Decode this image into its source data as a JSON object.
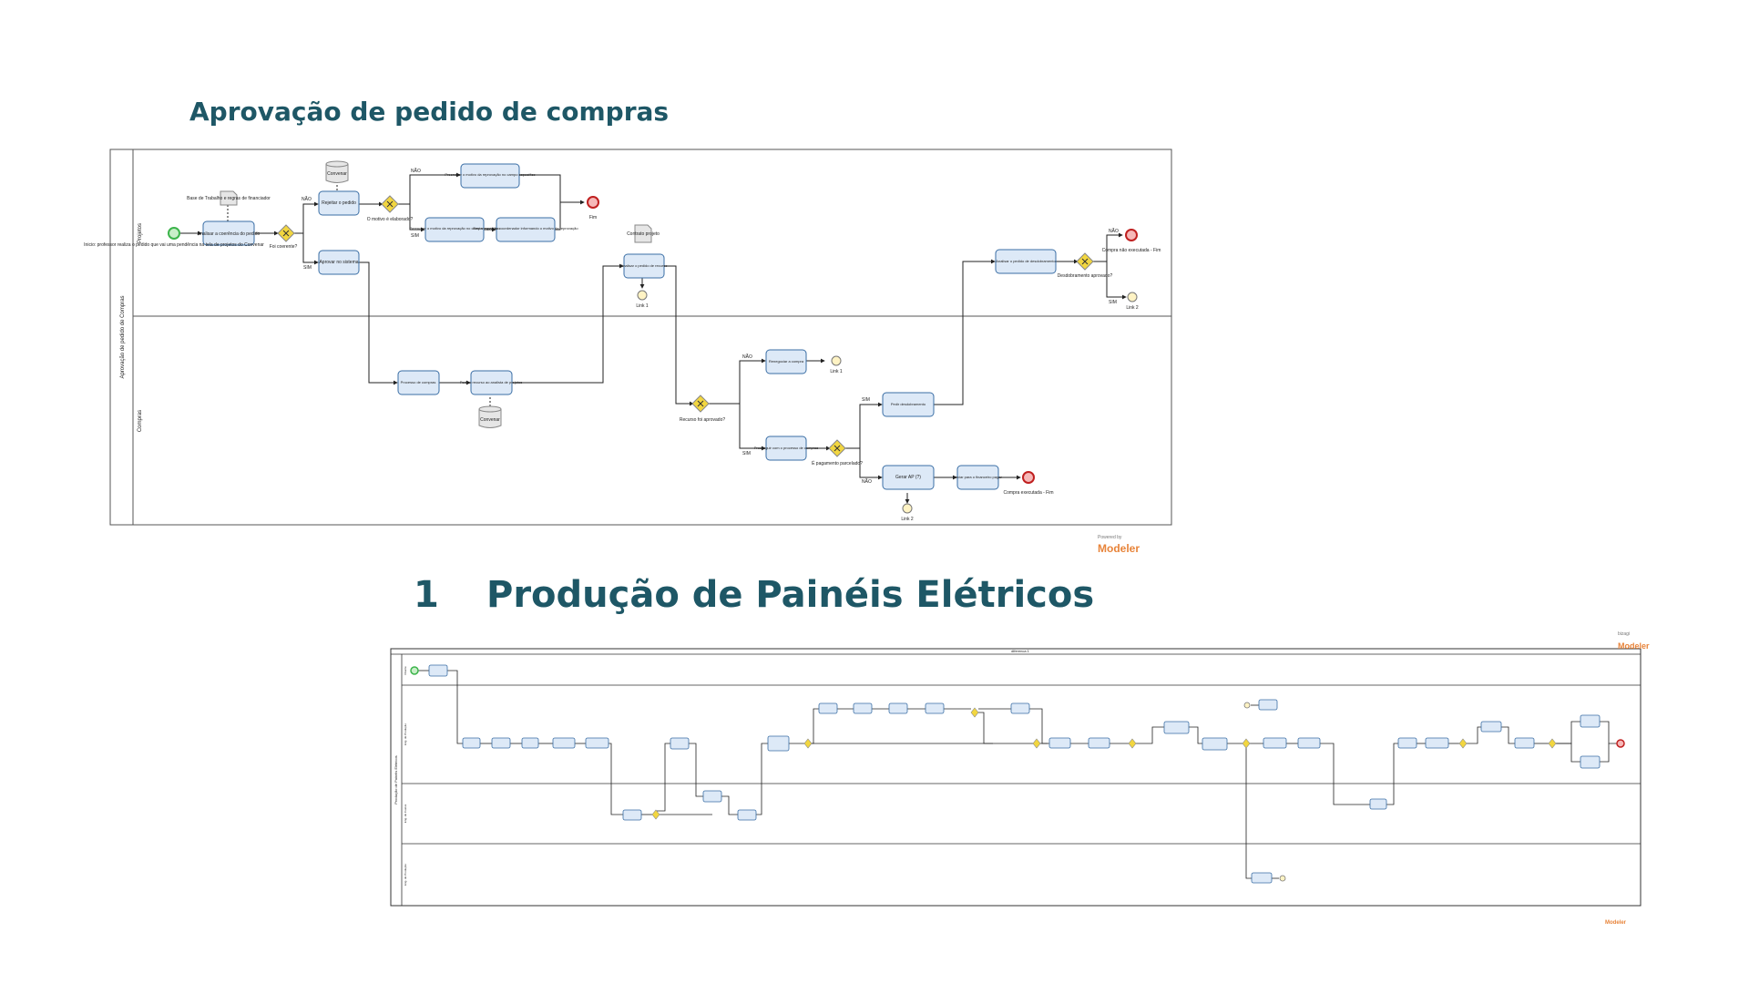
{
  "page": {
    "title1": "Aprovação de pedido de compras",
    "section_number": "1",
    "title2": "Produção de Painéis Elétricos"
  },
  "colors": {
    "heading": "#1e5766",
    "task_fill": "#dde9f7",
    "task_stroke": "#3a6ea5",
    "start_event": "#3cb44b",
    "end_event": "#e04040",
    "gateway": "#f2d640",
    "brand": "#e8843a"
  },
  "watermark": {
    "powered_by": "Powered by",
    "product": "bizagi",
    "modeler": "Modeler"
  },
  "diagram1": {
    "pool": "Aprovação de pedido de Compras",
    "lanes": [
      "Projetos",
      "Compras"
    ],
    "tasks": {
      "analisar_pedido": "Analisar a coerência do pedido",
      "rejeitar": "Rejeitar o pedido",
      "aprovar": "Aprovar no sistema",
      "preencher_motivo_1": "Preencher o motivo da reprovação no campo específico",
      "preencher_motivo_2": "Preencher o motivo da reprovação no campo específico",
      "enviar_email": "Enviar email ao coordenador informando o motivo da reprovação",
      "analisar_recurso": "Analisar o pedido de recurso",
      "analisar_desdobramento": "Analisar o pedido de desdobramento",
      "processo_compras": "Processo de compras",
      "pedir_recurso": "Pedir o recurso ao analista de projetos",
      "renegociar": "Renegociar a compra",
      "prosseguir": "Prosseguir com o processo de compras",
      "pedir_desdobramento": "Pedir desdobramento",
      "gerar_ap": "Gerar AP (?)",
      "enviar_fin": "Enviar para o financeiro pagar"
    },
    "labels": {
      "start": "Inicio: professor realiza o pedido que vai uma pendência na tela de projetos do Convenar",
      "base_dados": "Base de Trabalho e regras de financiador",
      "convenar_top": "Convenar",
      "convenar_bottom": "Convenar",
      "contrato": "Contrato projeto",
      "gw_coerente": "Foi coerente?",
      "gw_motivo": "O motivo é elaborado?",
      "gw_recurso": "Recurso foi aprovado?",
      "gw_parcelado": "É pagamento parcelado?",
      "gw_desd": "Desdobramento aprovado?",
      "fim": "Fim",
      "fim_compra": "Compra não executada - Fim",
      "fim_compra_exec": "Compra executada - Fim",
      "link1": "Link 1",
      "link1b": "Link 1",
      "link2": "Link 2",
      "link2b": "Link 2",
      "nao": "NÃO",
      "sim": "SIM"
    }
  },
  "diagram2": {
    "header": "diferenca 1",
    "pool": "Produção de Painéis Elétricos",
    "lanes": [
      "Cliente",
      "Eng. de Produção",
      "Eng. de Custos",
      "Eng. de Produção"
    ]
  }
}
